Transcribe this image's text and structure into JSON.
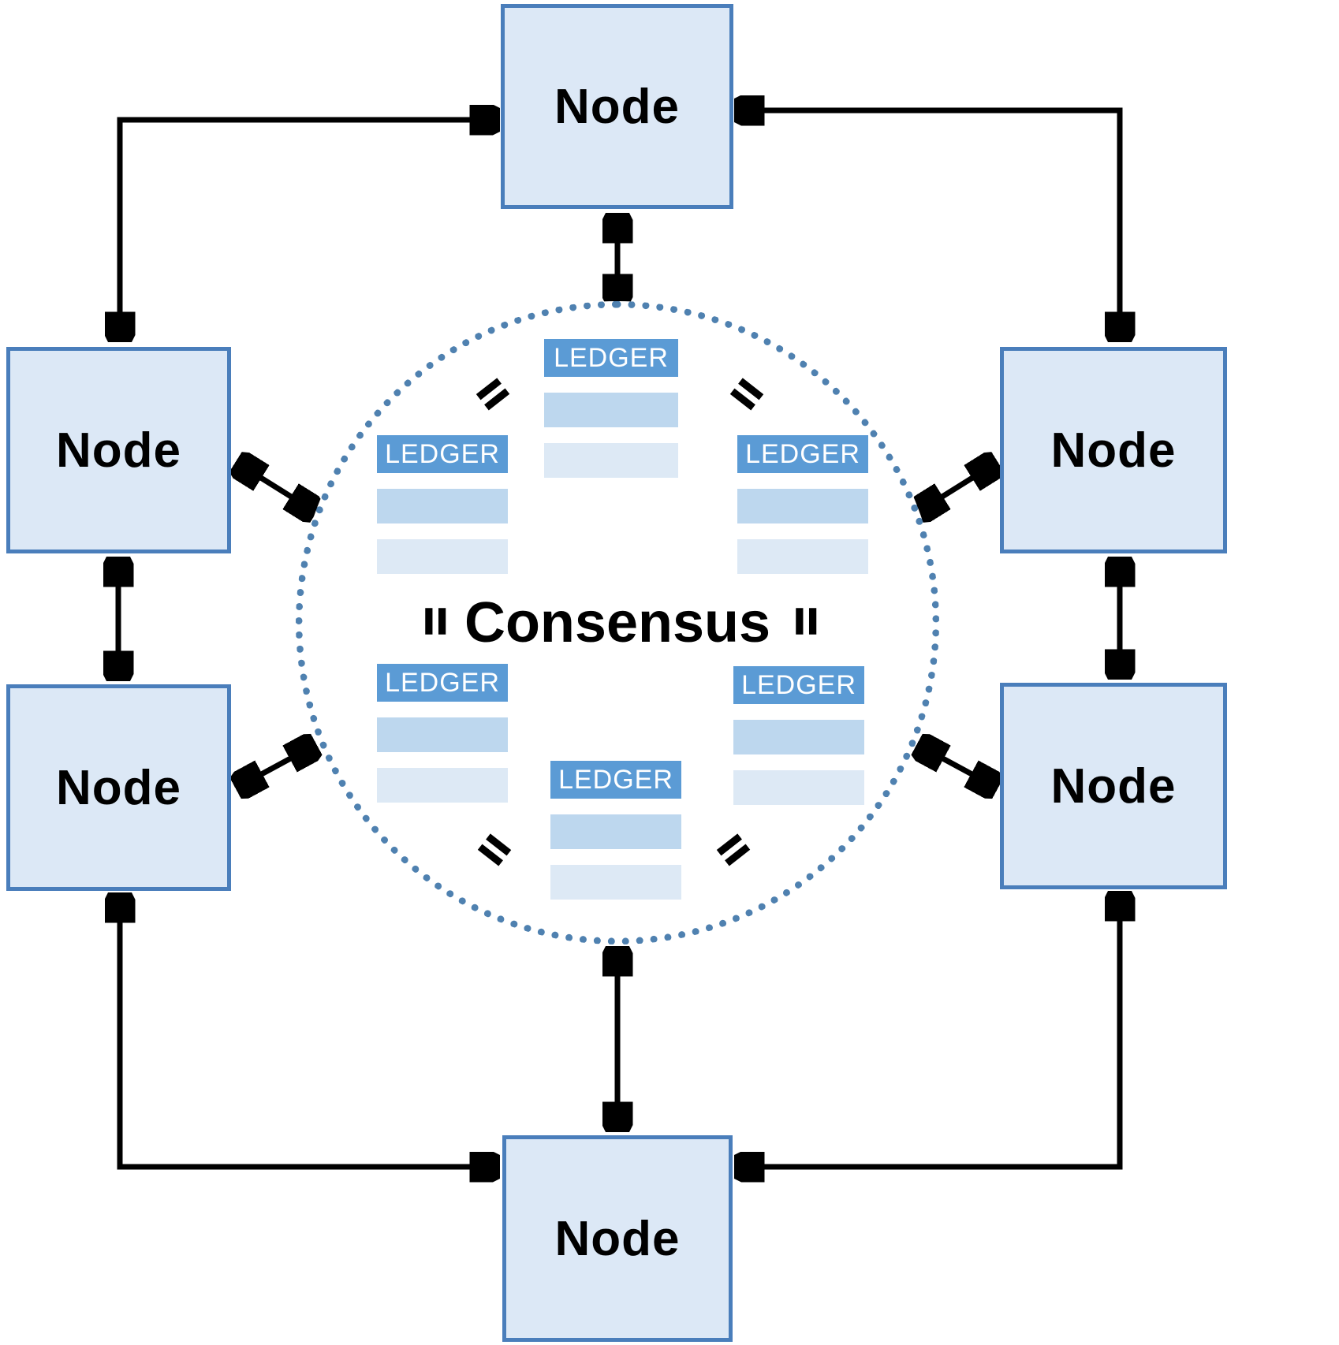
{
  "diagram": {
    "consensus_label": "Consensus",
    "equals_glyph": "=",
    "colors": {
      "node_fill": "#dce8f6",
      "node_border": "#4a7ebb",
      "circle_border": "#4f81b0",
      "ledger_header_bg": "#5b9bd5",
      "ledger_row1_bg": "#bdd7ee",
      "ledger_row2_bg": "#dde9f5",
      "arrow": "#000000"
    }
  },
  "nodes": [
    {
      "position": "top",
      "label": "Node"
    },
    {
      "position": "left-upper",
      "label": "Node"
    },
    {
      "position": "left-lower",
      "label": "Node"
    },
    {
      "position": "right-upper",
      "label": "Node"
    },
    {
      "position": "right-lower",
      "label": "Node"
    },
    {
      "position": "bottom",
      "label": "Node"
    }
  ],
  "ledgers": [
    {
      "position": "top-center",
      "label": "LEDGER"
    },
    {
      "position": "upper-left",
      "label": "LEDGER"
    },
    {
      "position": "upper-right",
      "label": "LEDGER"
    },
    {
      "position": "lower-left",
      "label": "LEDGER"
    },
    {
      "position": "lower-right",
      "label": "LEDGER"
    },
    {
      "position": "bottom-center",
      "label": "LEDGER"
    }
  ]
}
